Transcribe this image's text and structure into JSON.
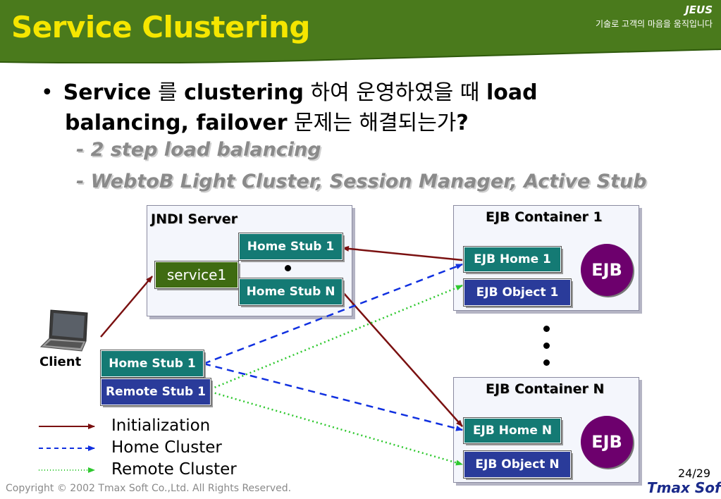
{
  "header": {
    "title": "Service Clustering",
    "brand": "JEUS",
    "slogan": "기술로 고객의 마음을 움직입니다"
  },
  "bullet": {
    "line1_parts": [
      "Service",
      " 를 ",
      "clustering",
      " 하여 운영하였을 때 ",
      "load"
    ],
    "line2_parts": [
      "balancing, failover",
      " 문제는 해결되는가",
      "?"
    ],
    "sub1": "- 2 step load balancing",
    "sub2": "- WebtoB Light Cluster, Session Manager, Active Stub"
  },
  "diagram": {
    "jndi_server": {
      "title": "JNDI Server",
      "service": "service1",
      "stub_top": "Home Stub 1",
      "stub_bottom": "Home Stub N"
    },
    "container1": {
      "title": "EJB Container 1",
      "home": "EJB Home 1",
      "object": "EJB Object 1",
      "badge": "EJB"
    },
    "containerN": {
      "title": "EJB Container N",
      "home": "EJB Home N",
      "object": "EJB Object N",
      "badge": "EJB"
    },
    "client": {
      "label": "Client",
      "home_stub": "Home Stub 1",
      "remote_stub": "Remote Stub 1"
    }
  },
  "legend": {
    "initialization": "Initialization",
    "home_cluster": "Home Cluster",
    "remote_cluster": "Remote Cluster"
  },
  "colors": {
    "header_green": "#4a7a1c",
    "title_yellow": "#f5e600",
    "init_line": "#7a1010",
    "home_cluster_line": "#1030e0",
    "remote_cluster_line": "#2ec82e",
    "teal_box": "#147a74",
    "blue_box": "#2a3b9a",
    "ejb_badge": "#6d006d"
  },
  "footer": {
    "copyright": "Copyright © 2002 Tmax Soft Co.,Ltd. All Rights Reserved.",
    "page": "24/29",
    "logo": "Tmax Soft"
  }
}
